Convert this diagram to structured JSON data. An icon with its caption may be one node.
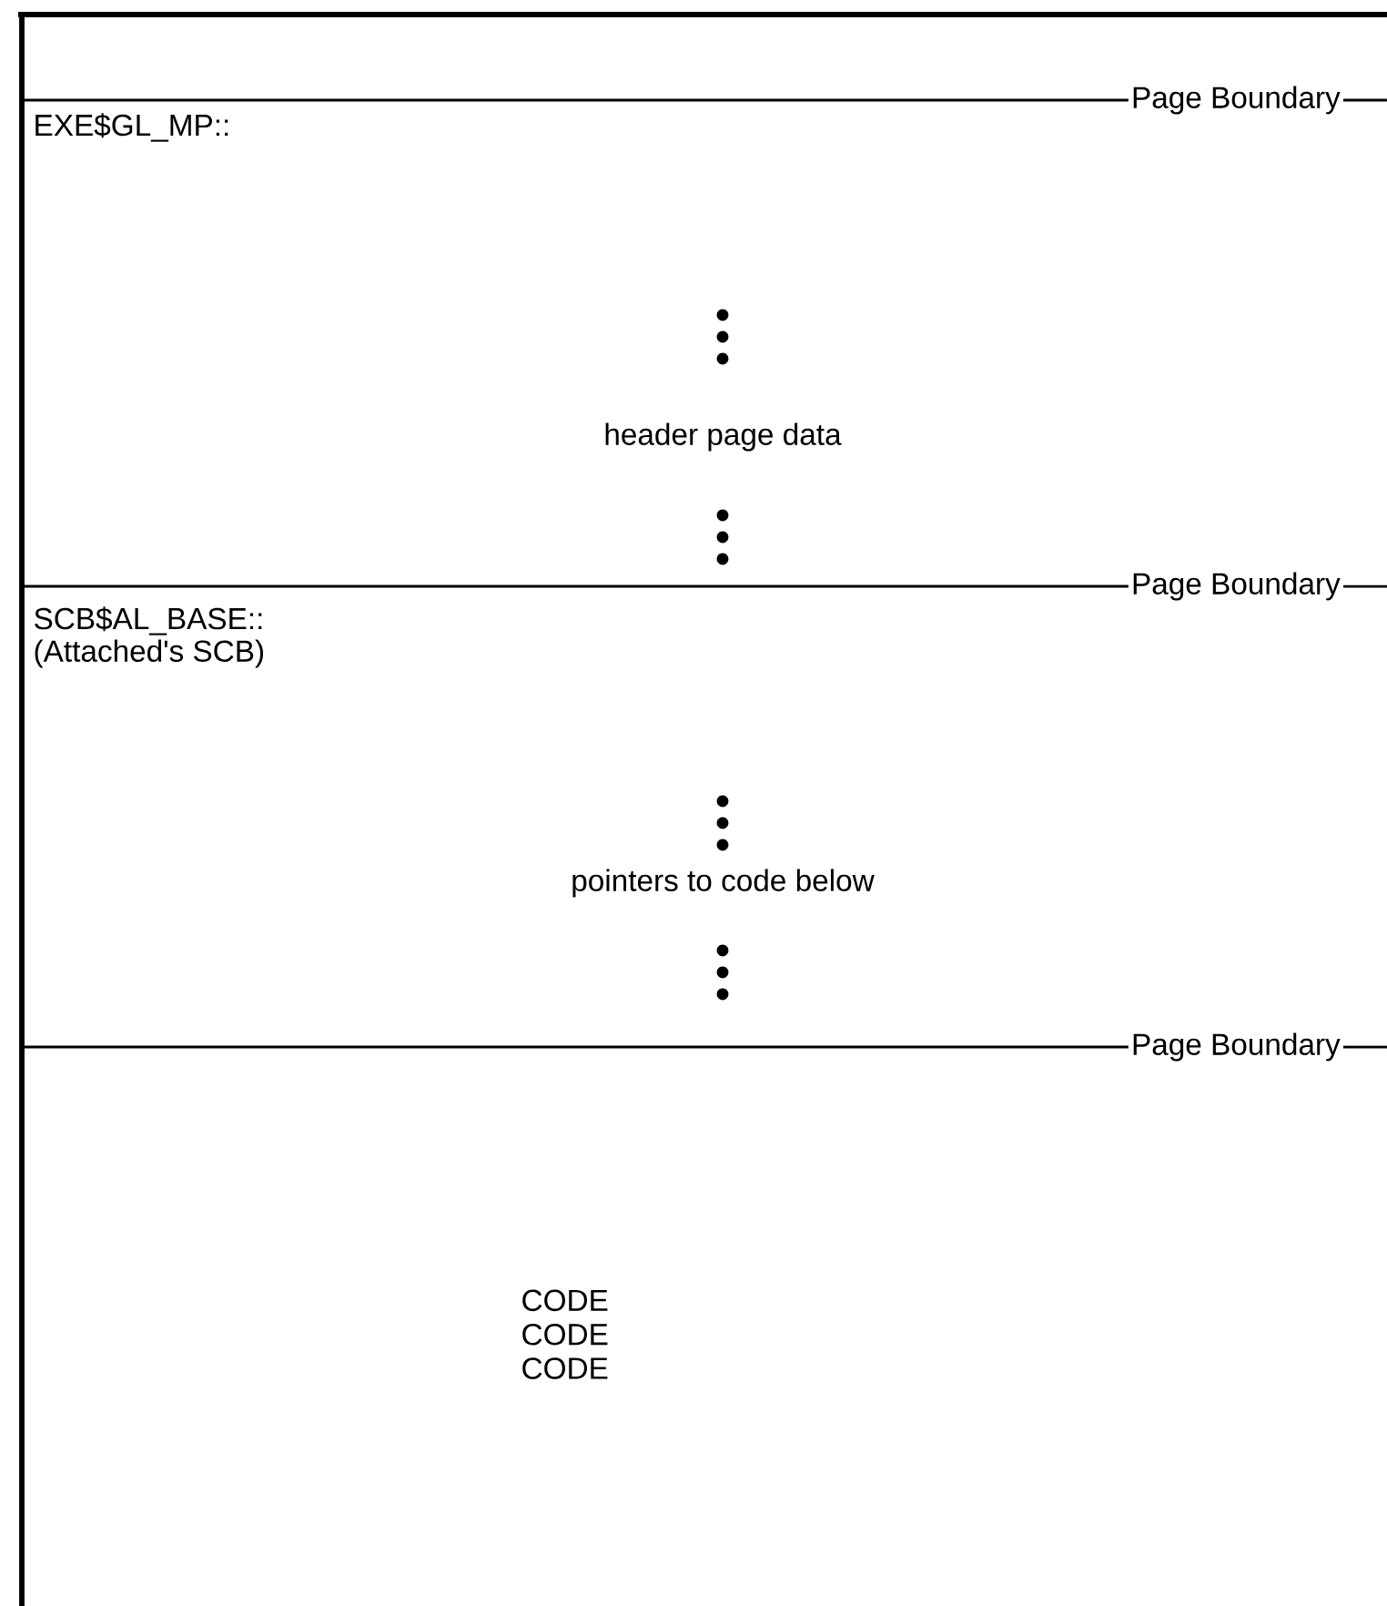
{
  "diagram": {
    "nodes": [
      {
        "text": [],
        "shape": "box"
      },
      {
        "text": [
          "EXE$GL_MP::",
          "header page data"
        ]
      },
      {
        "text": [
          "SCB$AL_BASE::",
          "(Attached's SCB)",
          "pointers to code below"
        ]
      },
      {
        "text": [
          "CODE CODE CODE"
        ]
      }
    ],
    "labels": [
      "Page Boundary",
      "Page Boundary",
      "Page Boundary"
    ]
  }
}
